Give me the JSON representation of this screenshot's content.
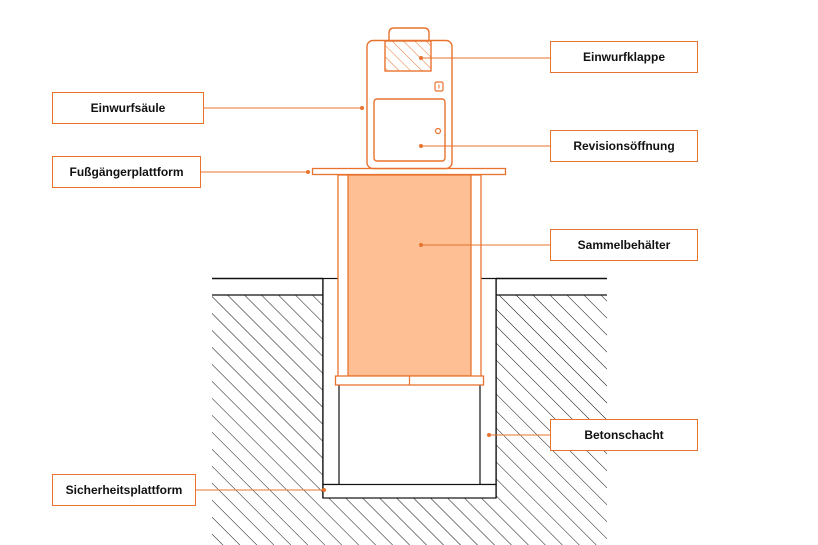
{
  "colors": {
    "accent": "#e8732f",
    "container_fill": "#fdbf93",
    "ground_stroke": "#111111",
    "background": "#ffffff"
  },
  "labels": {
    "einwurfklappe": "Einwurfklappe",
    "einwurfsaeule": "Einwurfsäule",
    "revisionsoeffnung": "Revisionsöffnung",
    "fussgaengerplattform": "Fußgängerplattform",
    "sammelbehaelter": "Sammelbehälter",
    "betonschacht": "Betonschacht",
    "sicherheitsplattform": "Sicherheitsplattform"
  }
}
